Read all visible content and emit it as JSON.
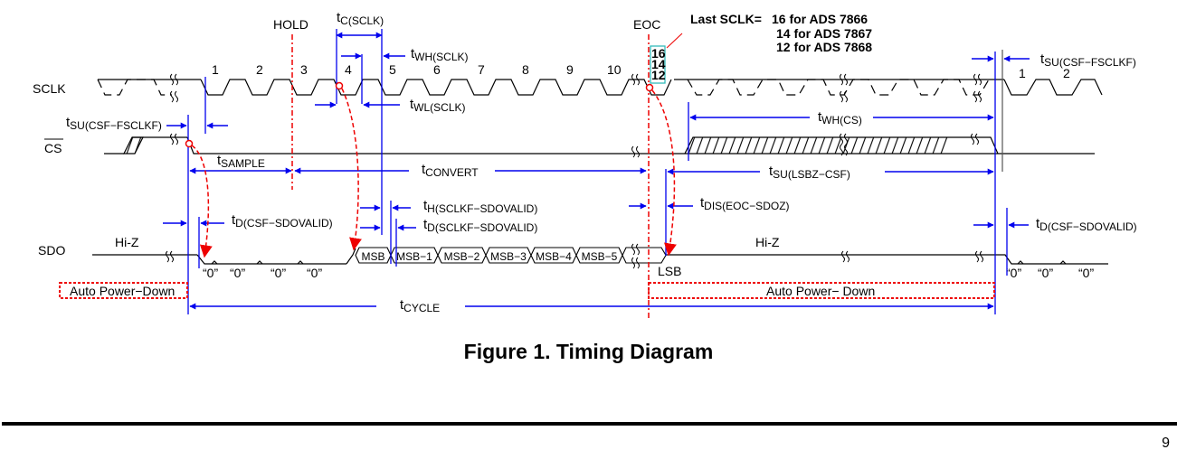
{
  "colors": {
    "signal": "#000000",
    "timing": "#0000ee",
    "marker": "#ee0000",
    "highlight": "#33bbbb"
  },
  "signals": {
    "sclk": "SCLK",
    "cs": "CS",
    "sdo": "SDO"
  },
  "markers": {
    "hold": "HOLD",
    "eoc": "EOC"
  },
  "clock_numbers": [
    "1",
    "2",
    "3",
    "4",
    "5",
    "6",
    "7",
    "8",
    "9",
    "10"
  ],
  "next_clock_numbers": [
    "1",
    "2"
  ],
  "last_sclk": {
    "values": [
      "16",
      "14",
      "12"
    ],
    "title": "Last SCLK=",
    "lines": [
      "16 for ADS 7866",
      "14 for ADS 7867",
      "12 for ADS 7868"
    ]
  },
  "timing": {
    "tc_sclk": {
      "t": "t",
      "sub": "C(SCLK)"
    },
    "twh_sclk": {
      "t": "t",
      "sub": "WH(SCLK)"
    },
    "twl_sclk": {
      "t": "t",
      "sub": "WL(SCLK)"
    },
    "tsu_csf_fsclkf": {
      "t": "t",
      "sub": "SU(CSF−FSCLKF)"
    },
    "tsu_csf_fsclkf_2": {
      "t": "t",
      "sub": "SU(CSF−FSCLKF)"
    },
    "twh_cs": {
      "t": "t",
      "sub": "WH(CS)"
    },
    "tsample": {
      "t": "t",
      "sub": "SAMPLE"
    },
    "tconvert": {
      "t": "t",
      "sub": "CONVERT"
    },
    "tsu_lsbz_csf": {
      "t": "t",
      "sub": "SU(LSBZ−CSF)"
    },
    "th_sclkf_sdovalid": {
      "t": "t",
      "sub": "H(SCLKF−SDOVALID)"
    },
    "td_sclkf_sdovalid": {
      "t": "t",
      "sub": "D(SCLKF−SDOVALID)"
    },
    "td_csf_sdovalid": {
      "t": "t",
      "sub": "D(CSF−SDOVALID)"
    },
    "td_csf_sdovalid_2": {
      "t": "t",
      "sub": "D(CSF−SDOVALID)"
    },
    "tdis_eoc_sdoz": {
      "t": "t",
      "sub": "DIS(EOC−SDOZ)"
    },
    "tcycle": {
      "t": "t",
      "sub": "CYCLE"
    }
  },
  "sdo": {
    "hiz": "Hi-Z",
    "hiz_2": "Hi-Z",
    "zeros_first": [
      "“0”",
      "“0”",
      "“0”",
      "“0”"
    ],
    "zeros_next": [
      "“0”",
      "“0”",
      "“0”"
    ],
    "bits": [
      "MSB",
      "MSB−1",
      "MSB−2",
      "MSB−3",
      "MSB−4",
      "MSB−5"
    ],
    "lsb": "LSB"
  },
  "power_down": {
    "left": "Auto Power−Down",
    "right": "Auto Power− Down"
  },
  "caption": "Figure 1. Timing Diagram",
  "page_number": "9"
}
